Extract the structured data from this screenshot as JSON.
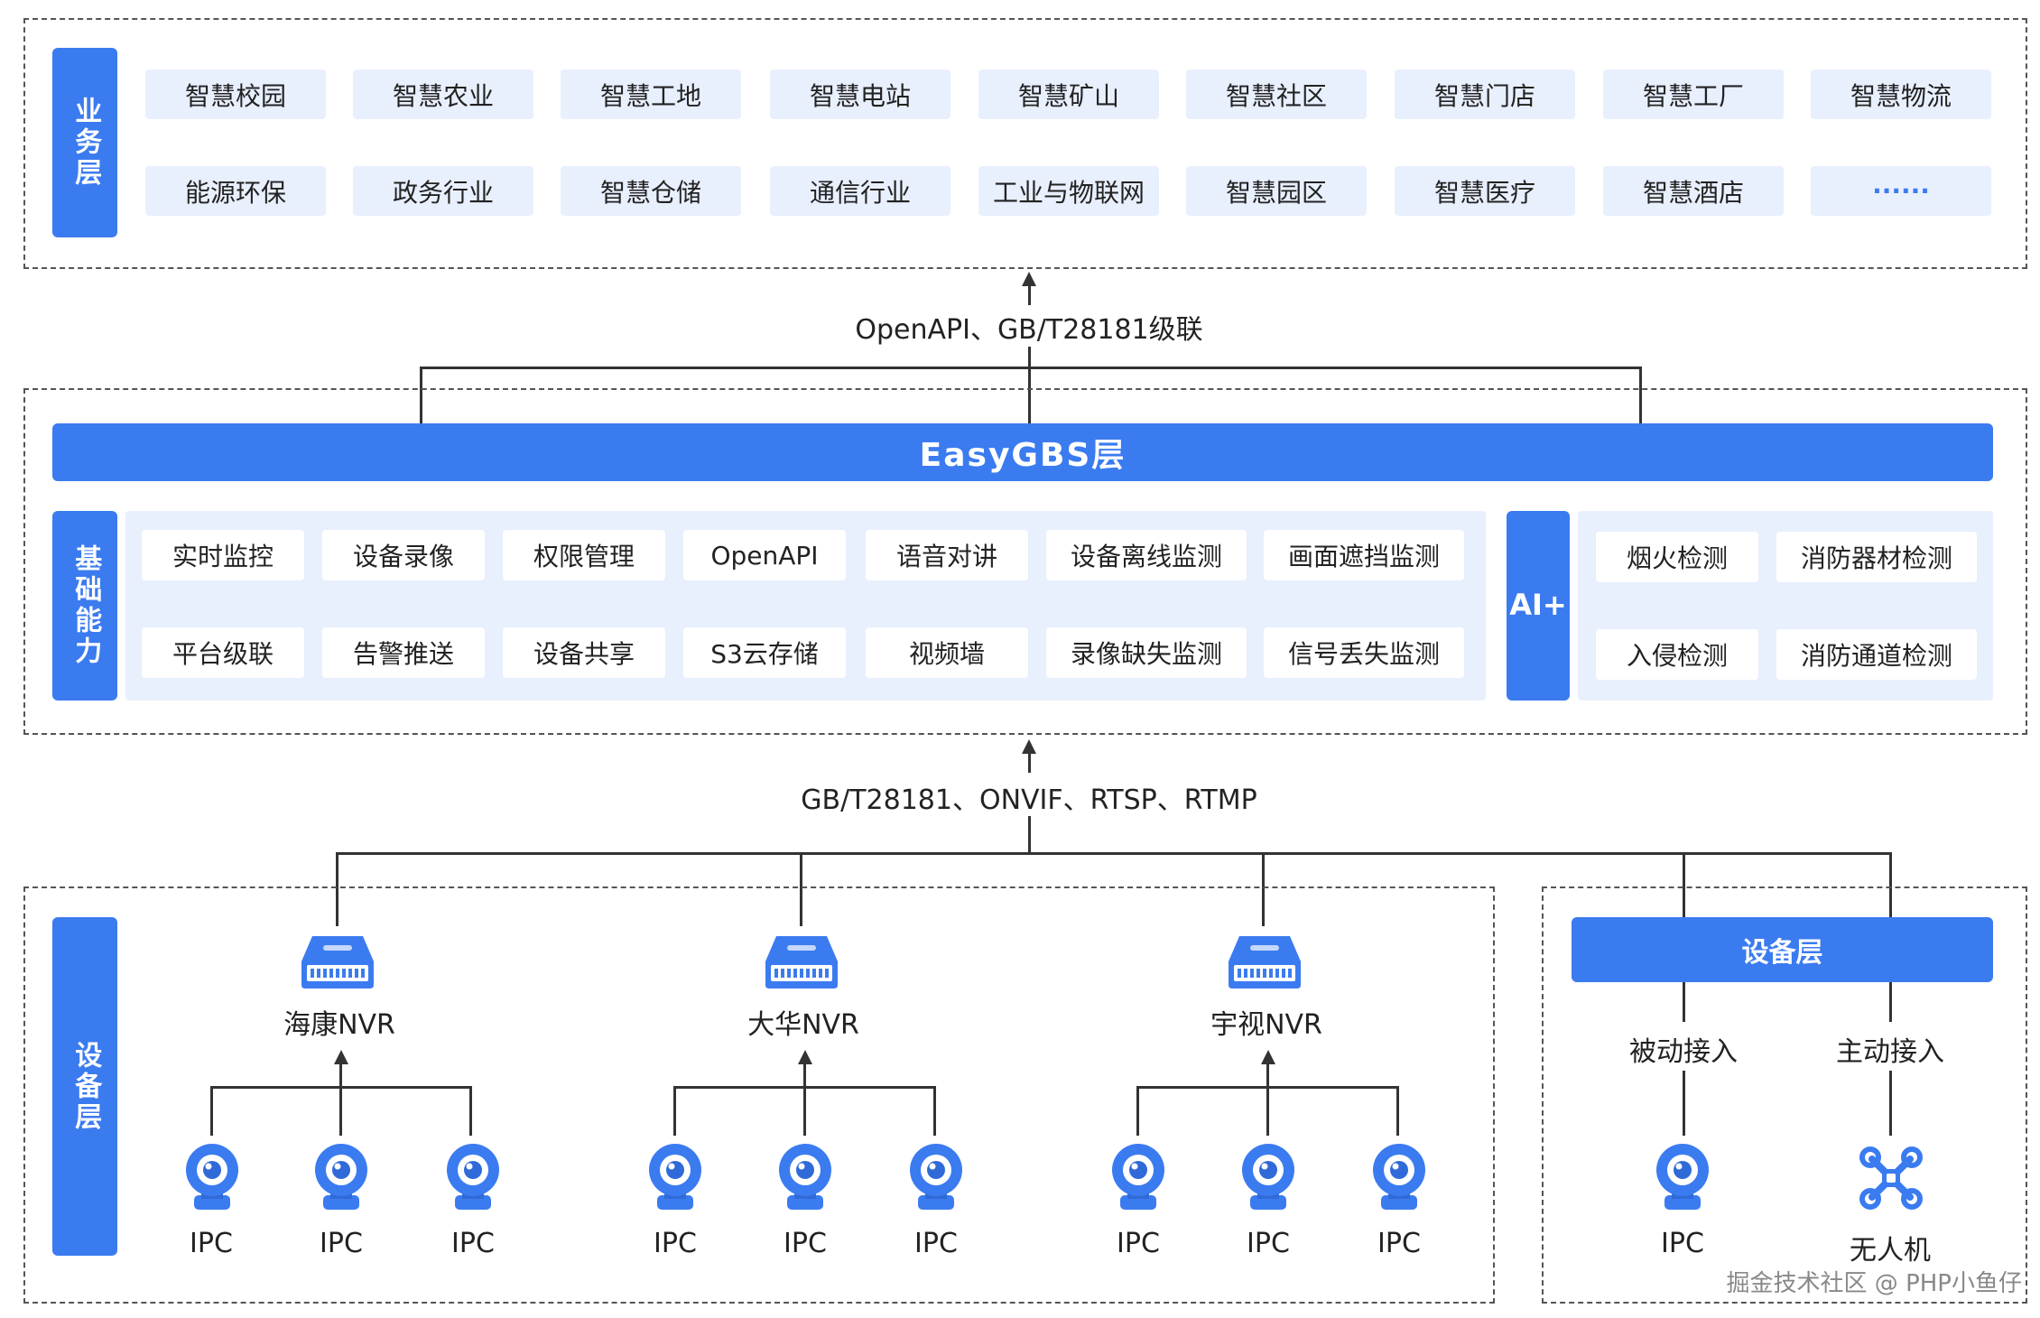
{
  "business_layer": {
    "label": "业务层",
    "row1": [
      "智慧校园",
      "智慧农业",
      "智慧工地",
      "智慧电站",
      "智慧矿山",
      "智慧社区",
      "智慧门店",
      "智慧工厂",
      "智慧物流"
    ],
    "row2": [
      "能源环保",
      "政务行业",
      "智慧仓储",
      "通信行业",
      "工业与物联网",
      "智慧园区",
      "智慧医疗",
      "智慧酒店",
      "······"
    ]
  },
  "upper_protocol": "OpenAPI、GB/T28181级联",
  "easygbs": {
    "title": "EasyGBS层",
    "basic_label": "基础能力",
    "basic_row1": [
      "实时监控",
      "设备录像",
      "权限管理",
      "OpenAPI",
      "语音对讲",
      "设备离线监测",
      "画面遮挡监测"
    ],
    "basic_row2": [
      "平台级联",
      "告警推送",
      "设备共享",
      "S3云存储",
      "视频墙",
      "录像缺失监测",
      "信号丢失监测"
    ],
    "ai_label": "AI+",
    "ai_row1": [
      "烟火检测",
      "消防器材检测"
    ],
    "ai_row2": [
      "入侵检测",
      "消防通道检测"
    ]
  },
  "lower_protocol": "GB/T28181、ONVIF、RTSP、RTMP",
  "device_layer": {
    "label": "设备层",
    "nvrs": [
      {
        "name": "海康NVR",
        "ipcs": [
          "IPC",
          "IPC",
          "IPC"
        ]
      },
      {
        "name": "大华NVR",
        "ipcs": [
          "IPC",
          "IPC",
          "IPC"
        ]
      },
      {
        "name": "宇视NVR",
        "ipcs": [
          "IPC",
          "IPC",
          "IPC"
        ]
      }
    ],
    "right_title": "设备层",
    "passive": "被动接入",
    "active": "主动接入",
    "passive_device": "IPC",
    "active_device": "无人机"
  },
  "watermark": "掘金技术社区 @ PHP小鱼仔",
  "colors": {
    "accent": "#3b7bf0",
    "chip": "#e8effd"
  }
}
